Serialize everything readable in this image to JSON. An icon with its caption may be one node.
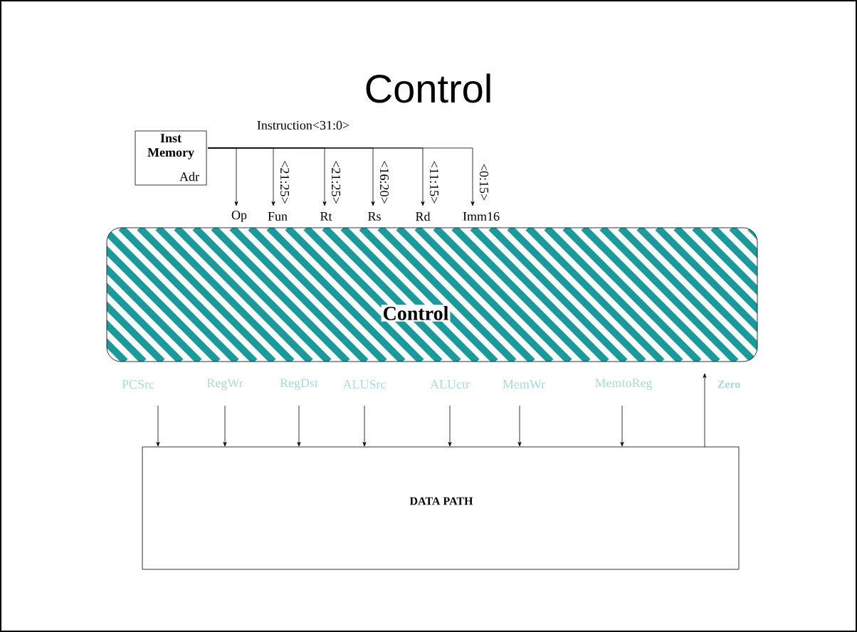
{
  "diagram": {
    "title": "Control",
    "nodes": [
      {
        "text": [
          "Inst Memory",
          "Adr"
        ]
      },
      {
        "text": [
          "Op"
        ]
      },
      {
        "text": [
          "Fun"
        ]
      },
      {
        "text": [
          "Rt"
        ]
      },
      {
        "text": [
          "Rs"
        ]
      },
      {
        "text": [
          "Rd"
        ]
      },
      {
        "text": [
          "Imm16"
        ]
      },
      {
        "text": [
          "Control"
        ]
      },
      {
        "text": [
          "PCSrc"
        ]
      },
      {
        "text": [
          "RegWr"
        ]
      },
      {
        "text": [
          "RegDst"
        ]
      },
      {
        "text": [
          "ALUSrc"
        ]
      },
      {
        "text": [
          "ALUctr"
        ]
      },
      {
        "text": [
          "MemWr"
        ]
      },
      {
        "text": [
          "MemtoReg"
        ]
      },
      {
        "text": [
          "Zero"
        ]
      },
      {
        "text": [
          "DATA PATH"
        ]
      }
    ],
    "edges": [
      {
        "from": 0,
        "to": 1,
        "arrow": "to"
      },
      {
        "from": 0,
        "to": 2,
        "arrow": "to",
        "label": "<21:25>"
      },
      {
        "from": 0,
        "to": 3,
        "arrow": "to",
        "label": "<21:25>"
      },
      {
        "from": 0,
        "to": 4,
        "arrow": "to",
        "label": "<16:20>"
      },
      {
        "from": 0,
        "to": 5,
        "arrow": "to",
        "label": "<11:15>"
      },
      {
        "from": 0,
        "to": 6,
        "arrow": "to",
        "label": "<0:15>"
      },
      {
        "from": 8,
        "to": 16,
        "arrow": "to"
      },
      {
        "from": 9,
        "to": 16,
        "arrow": "to"
      },
      {
        "from": 10,
        "to": 16,
        "arrow": "to"
      },
      {
        "from": 11,
        "to": 16,
        "arrow": "to"
      },
      {
        "from": 12,
        "to": 16,
        "arrow": "to"
      },
      {
        "from": 13,
        "to": 16,
        "arrow": "to"
      },
      {
        "from": 14,
        "to": 16,
        "arrow": "to"
      },
      {
        "from": 16,
        "to": 15,
        "arrow": "to"
      }
    ],
    "labels": [
      "Instruction<31:0>"
    ]
  }
}
